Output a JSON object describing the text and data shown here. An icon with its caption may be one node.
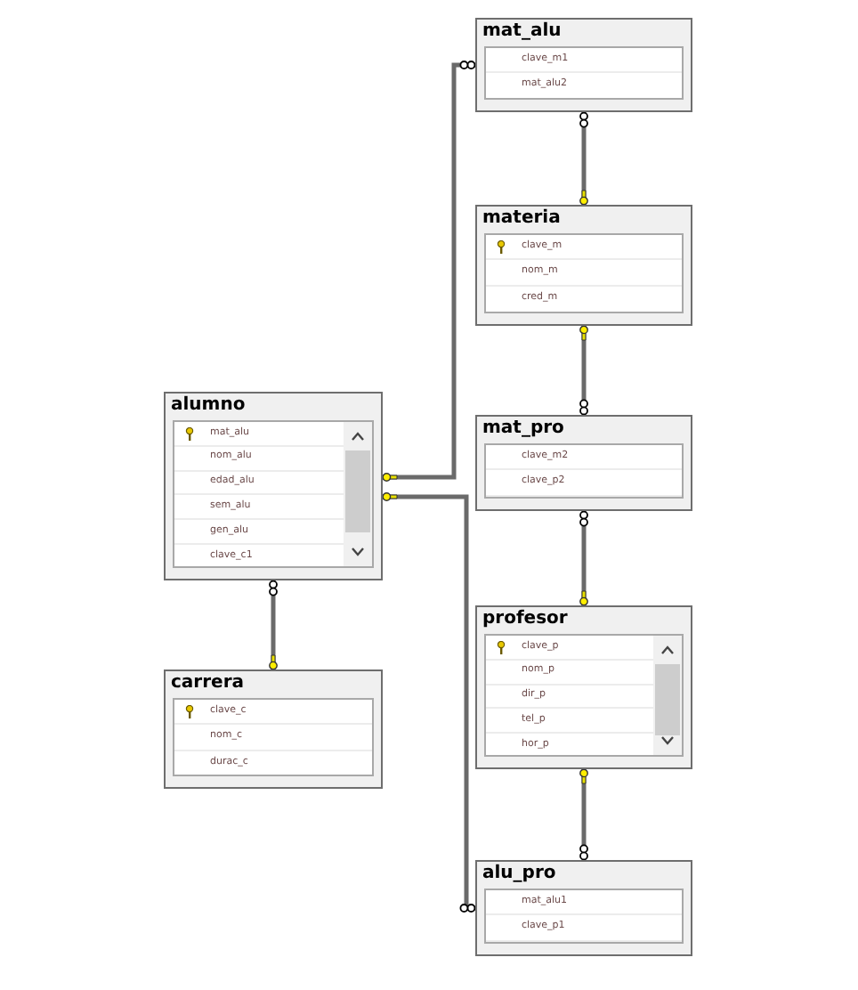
{
  "diagram": {
    "nodes": [
      {
        "text": [
          "mat_alu",
          "clave_m1",
          "mat_alu2"
        ]
      },
      {
        "text": [
          "materia",
          "clave_m",
          "nom_m",
          "cred_m"
        ]
      },
      {
        "text": [
          "alumno",
          "mat_alu",
          "nom_alu",
          "edad_alu",
          "sem_alu",
          "gen_alu",
          "clave_c1"
        ]
      },
      {
        "text": [
          "mat_pro",
          "clave_m2",
          "clave_p2"
        ]
      },
      {
        "text": [
          "profesor",
          "clave_p",
          "nom_p",
          "dir_p",
          "tel_p",
          "hor_p"
        ]
      },
      {
        "text": [
          "carrera",
          "clave_c",
          "nom_c",
          "durac_c"
        ]
      },
      {
        "text": [
          "alu_pro",
          "mat_alu1",
          "clave_p1"
        ]
      }
    ],
    "edges": [
      {
        "from": 0,
        "to": 1,
        "arrow": "other"
      },
      {
        "from": 3,
        "to": 1,
        "arrow": "other"
      },
      {
        "from": 3,
        "to": 4,
        "arrow": "other"
      },
      {
        "from": 6,
        "to": 4,
        "arrow": "other"
      },
      {
        "from": 0,
        "to": 2,
        "arrow": "other"
      },
      {
        "from": 6,
        "to": 2,
        "arrow": "other"
      },
      {
        "from": 2,
        "to": 5,
        "arrow": "other"
      }
    ]
  }
}
